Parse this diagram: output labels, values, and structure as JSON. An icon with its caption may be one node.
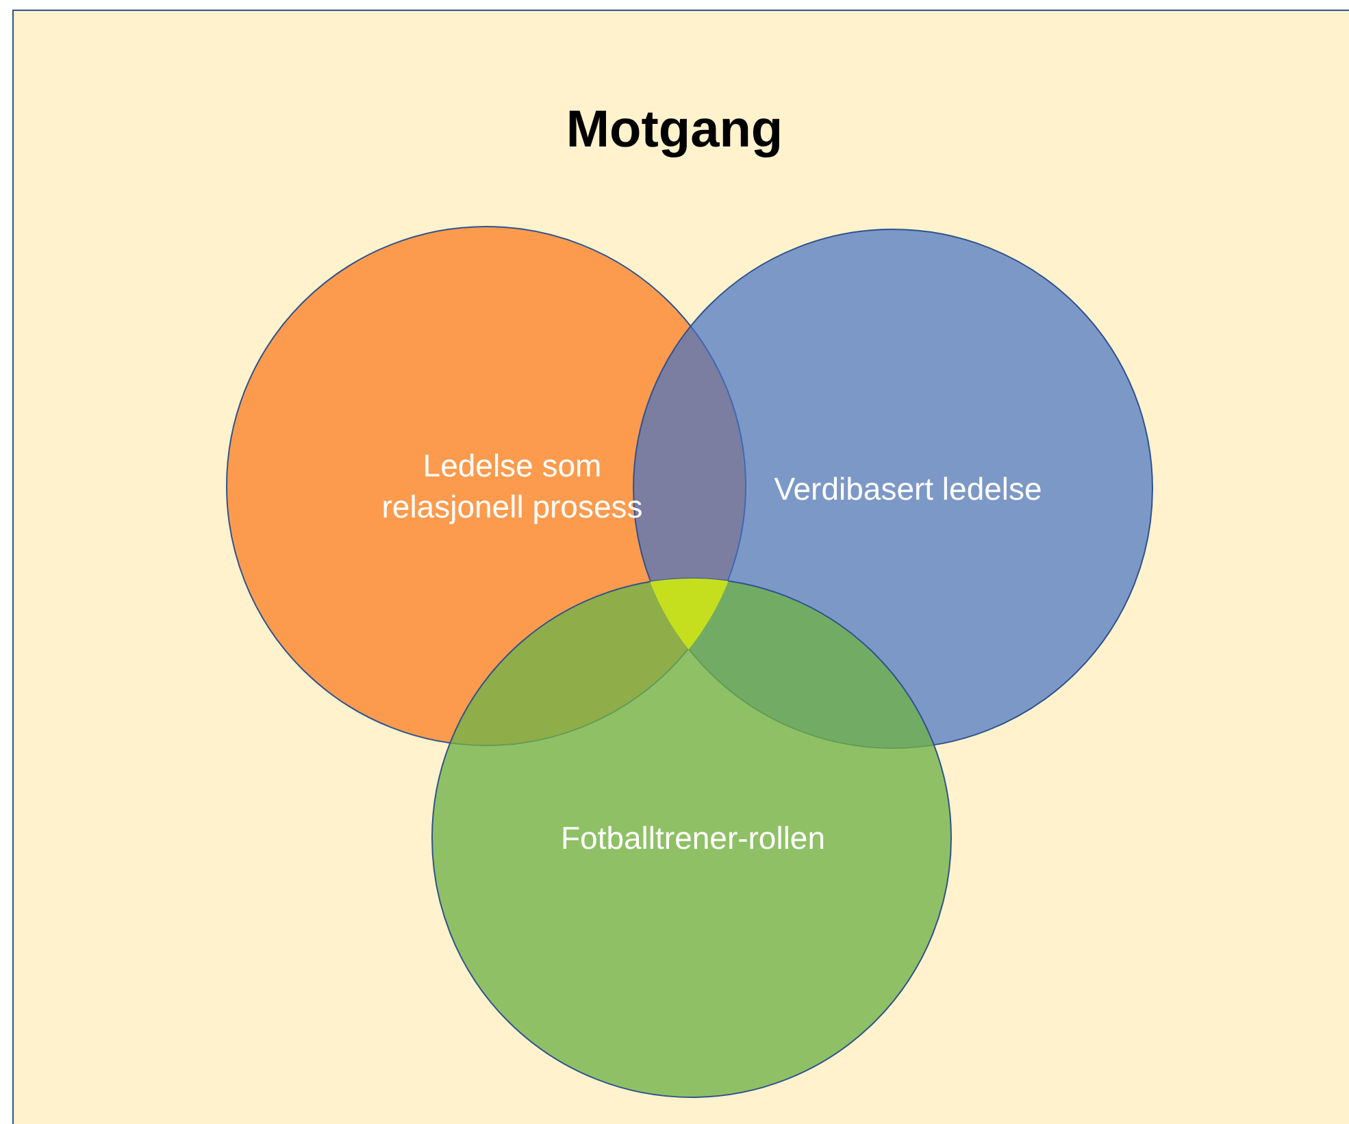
{
  "diagram": {
    "title": "Motgang",
    "nodes": [
      {
        "text": [
          "Ledelse som relasjonell prosess"
        ]
      },
      {
        "text": [
          "Verdibasert ledelse"
        ]
      },
      {
        "text": [
          "Fotballtrener-rollen"
        ]
      }
    ],
    "edges": []
  }
}
